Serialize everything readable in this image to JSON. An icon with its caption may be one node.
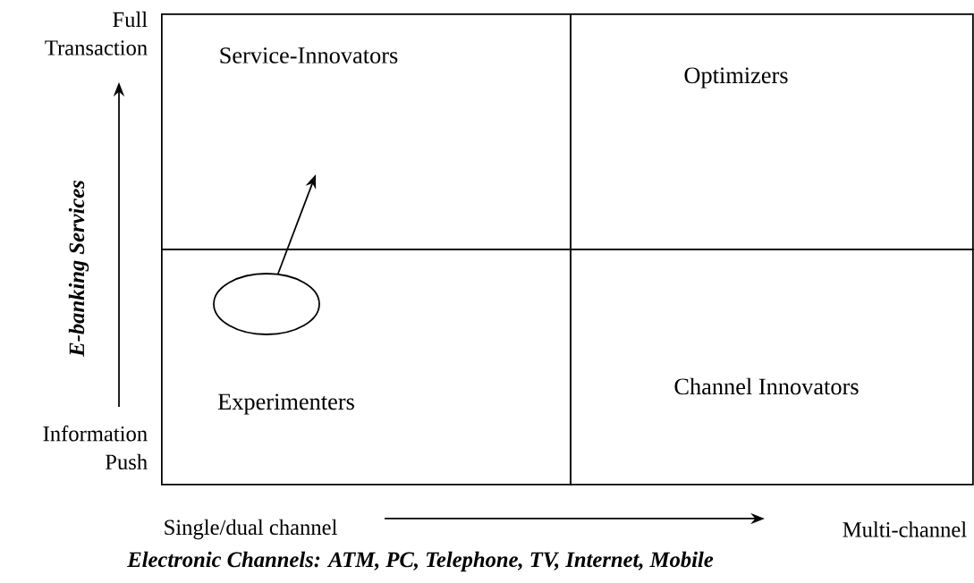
{
  "diagram": {
    "nodes": [
      {
        "text": [
          "Service-Innovators"
        ]
      },
      {
        "text": [
          "Optimizers"
        ]
      },
      {
        "text": [
          "Experimenters"
        ]
      },
      {
        "text": [
          "Channel Innovators"
        ]
      },
      {
        "text": [],
        "shape": "ellipse",
        "in": 2
      }
    ],
    "edges": [
      {
        "from": 4,
        "to": 0,
        "arrow": "to"
      }
    ],
    "labels": [
      "Full Transaction",
      "E-banking Services",
      "Information Push",
      "Single/dual channel",
      "Multi-channel",
      "Electronic Channels: ATM, PC, Telephone, TV, Internet, Mobile"
    ]
  }
}
